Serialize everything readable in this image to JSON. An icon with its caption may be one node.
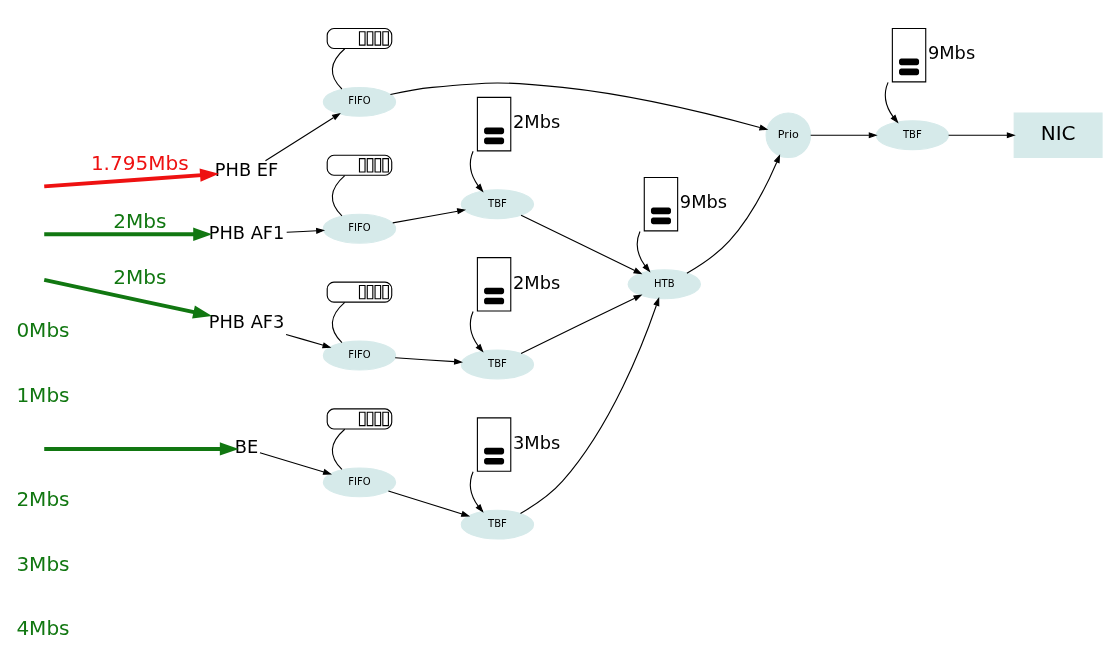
{
  "diagram": {
    "nodes": [
      {
        "text": [
          "PHB EF"
        ]
      },
      {
        "text": [],
        "shape": "queue"
      },
      {
        "text": [
          "FIFO"
        ]
      },
      {
        "text": [
          "PHB AF1"
        ]
      },
      {
        "text": [],
        "shape": "queue"
      },
      {
        "text": [
          "FIFO"
        ]
      },
      {
        "text": [],
        "shape": "bucket",
        "beside": [
          "2Mbs"
        ]
      },
      {
        "text": [
          "TBF"
        ]
      },
      {
        "text": [
          "PHB AF3"
        ]
      },
      {
        "text": [],
        "shape": "queue"
      },
      {
        "text": [
          "FIFO"
        ]
      },
      {
        "text": [],
        "shape": "bucket",
        "beside": [
          "2Mbs"
        ]
      },
      {
        "text": [
          "TBF"
        ]
      },
      {
        "text": [
          "BE"
        ]
      },
      {
        "text": [],
        "shape": "queue"
      },
      {
        "text": [
          "FIFO"
        ]
      },
      {
        "text": [],
        "shape": "bucket",
        "beside": [
          "3Mbs"
        ]
      },
      {
        "text": [
          "TBF"
        ]
      },
      {
        "text": [],
        "shape": "bucket",
        "beside": [
          "9Mbs"
        ]
      },
      {
        "text": [
          "HTB"
        ]
      },
      {
        "text": [
          "Prio"
        ]
      },
      {
        "text": [],
        "shape": "bucket",
        "beside": [
          "9Mbs"
        ]
      },
      {
        "text": [
          "TBF"
        ]
      },
      {
        "text": [
          "NIC"
        ]
      }
    ],
    "edges": [
      {
        "from": null,
        "to": 0,
        "arrow": "to",
        "label": "1.795Mbs",
        "style": "thick",
        "color": "#ee1111"
      },
      {
        "from": 0,
        "to": 2,
        "arrow": "to"
      },
      {
        "from": 1,
        "to": 2,
        "arrow": "none"
      },
      {
        "from": 2,
        "to": 20,
        "arrow": "to"
      },
      {
        "from": null,
        "to": 3,
        "arrow": "to",
        "label": "2Mbs",
        "style": "thick",
        "color": "#117711"
      },
      {
        "from": 3,
        "to": 5,
        "arrow": "to"
      },
      {
        "from": 4,
        "to": 5,
        "arrow": "none"
      },
      {
        "from": 5,
        "to": 7,
        "arrow": "to"
      },
      {
        "from": 6,
        "to": 7,
        "arrow": "to"
      },
      {
        "from": 7,
        "to": 19,
        "arrow": "to"
      },
      {
        "from": null,
        "to": 8,
        "arrow": "to",
        "label": "2Mbs",
        "style": "thick",
        "color": "#117711"
      },
      {
        "from": 8,
        "to": 10,
        "arrow": "to"
      },
      {
        "from": 9,
        "to": 10,
        "arrow": "none"
      },
      {
        "from": 10,
        "to": 12,
        "arrow": "to"
      },
      {
        "from": 11,
        "to": 12,
        "arrow": "to"
      },
      {
        "from": 12,
        "to": 19,
        "arrow": "to"
      },
      {
        "from": null,
        "to": 13,
        "arrow": "to",
        "style": "thick",
        "color": "#117711"
      },
      {
        "from": 13,
        "to": 15,
        "arrow": "to"
      },
      {
        "from": 14,
        "to": 15,
        "arrow": "none"
      },
      {
        "from": 15,
        "to": 17,
        "arrow": "to"
      },
      {
        "from": 16,
        "to": 17,
        "arrow": "to"
      },
      {
        "from": 17,
        "to": 19,
        "arrow": "to"
      },
      {
        "from": 18,
        "to": 19,
        "arrow": "to"
      },
      {
        "from": 19,
        "to": 20,
        "arrow": "to"
      },
      {
        "from": 21,
        "to": 22,
        "arrow": "to"
      },
      {
        "from": 20,
        "to": 22,
        "arrow": "to"
      },
      {
        "from": 22,
        "to": 23,
        "arrow": "to"
      }
    ],
    "labels": [
      "0Mbs",
      "1Mbs",
      "2Mbs",
      "3Mbs",
      "4Mbs"
    ]
  }
}
